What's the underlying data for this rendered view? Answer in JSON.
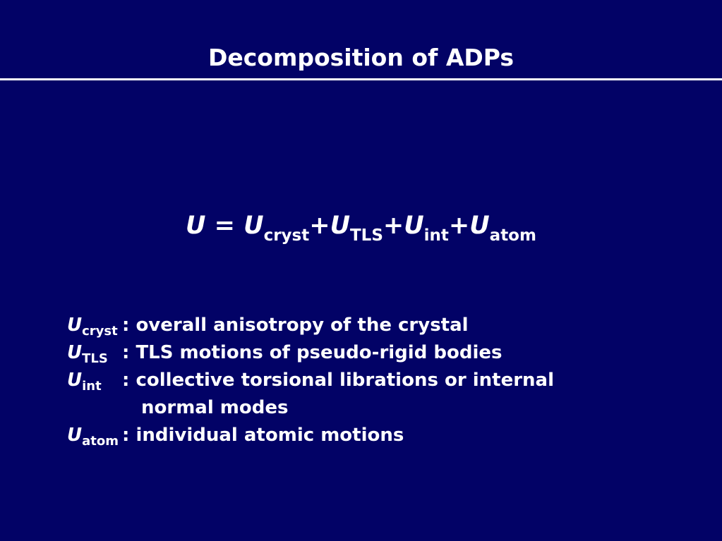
{
  "slide": {
    "title": "Decomposition of ADPs"
  },
  "equation": {
    "lhs": "U",
    "equals": " = ",
    "plus": "+",
    "symbol": "U",
    "subscripts": [
      "cryst",
      "TLS",
      "int",
      "atom"
    ]
  },
  "definitions": [
    {
      "symbol": "U",
      "subscript": "cryst",
      "text": ": overall anisotropy of the crystal"
    },
    {
      "symbol": "U",
      "subscript": "TLS",
      "text": ": TLS motions of pseudo-rigid bodies"
    },
    {
      "symbol": "U",
      "subscript": "int",
      "text": ": collective torsional librations or internal",
      "continuation": "normal modes"
    },
    {
      "symbol": "U",
      "subscript": "atom",
      "text": ": individual atomic motions"
    }
  ],
  "colors": {
    "background": "#020266",
    "text": "#ffffff"
  }
}
